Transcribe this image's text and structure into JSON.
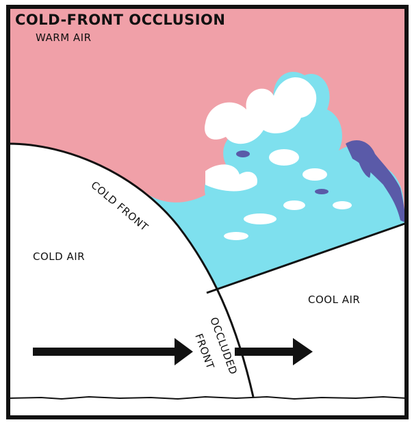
{
  "title": "COLD-FRONT OCCLUSION",
  "labels": {
    "warm_air": "WARM AIR",
    "cold_front": "COLD FRONT",
    "cold_air": "COLD AIR",
    "cool_air": "COOL AIR",
    "occluded_front_line1": "OCCLUDED",
    "occluded_front_line2": "FRONT"
  },
  "colors": {
    "warm_air": "#f0a0a8",
    "cloud": "#7ee0ee",
    "cloud_highlight": "#ffffff",
    "cloud_shadow": "#5a5aa8",
    "cold_air": "#ffffff",
    "cool_air": "#ffffff",
    "front_line": "#111111",
    "arrow": "#111111",
    "ground": "#111111"
  },
  "arrows": [
    {
      "name": "cold-air-arrow",
      "direction": "right"
    },
    {
      "name": "cool-air-arrow",
      "direction": "right"
    }
  ]
}
